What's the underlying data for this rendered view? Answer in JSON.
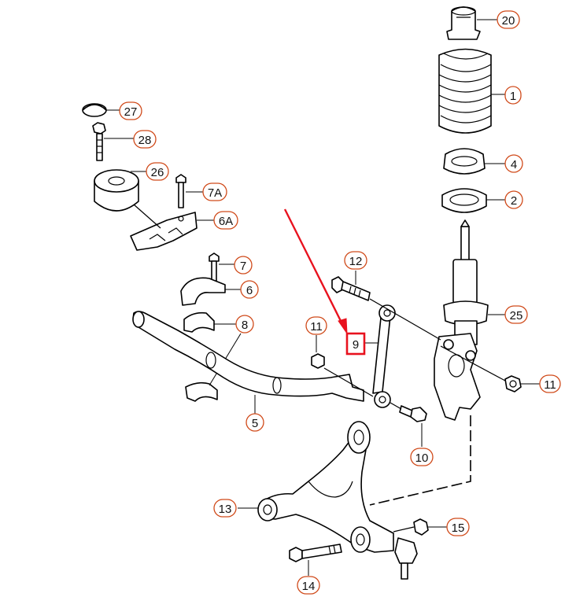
{
  "diagram": {
    "callouts": [
      {
        "id": "c20",
        "text": "20"
      },
      {
        "id": "c1",
        "text": "1"
      },
      {
        "id": "c4",
        "text": "4"
      },
      {
        "id": "c2",
        "text": "2"
      },
      {
        "id": "c25",
        "text": "25"
      },
      {
        "id": "c11r",
        "text": "11"
      },
      {
        "id": "c27",
        "text": "27"
      },
      {
        "id": "c28",
        "text": "28"
      },
      {
        "id": "c26",
        "text": "26"
      },
      {
        "id": "c7a",
        "text": "7A"
      },
      {
        "id": "c6a",
        "text": "6A"
      },
      {
        "id": "c7",
        "text": "7"
      },
      {
        "id": "c6",
        "text": "6"
      },
      {
        "id": "c8",
        "text": "8"
      },
      {
        "id": "c5",
        "text": "5"
      },
      {
        "id": "c12",
        "text": "12"
      },
      {
        "id": "c11l",
        "text": "11"
      },
      {
        "id": "c10",
        "text": "10"
      },
      {
        "id": "c13",
        "text": "13"
      },
      {
        "id": "c15",
        "text": "15"
      },
      {
        "id": "c14",
        "text": "14"
      }
    ],
    "highlight": {
      "text": "9"
    },
    "colors": {
      "callout_border": "#d04a1a",
      "highlight": "#e8121e",
      "line": "#000000",
      "background": "#ffffff"
    }
  }
}
